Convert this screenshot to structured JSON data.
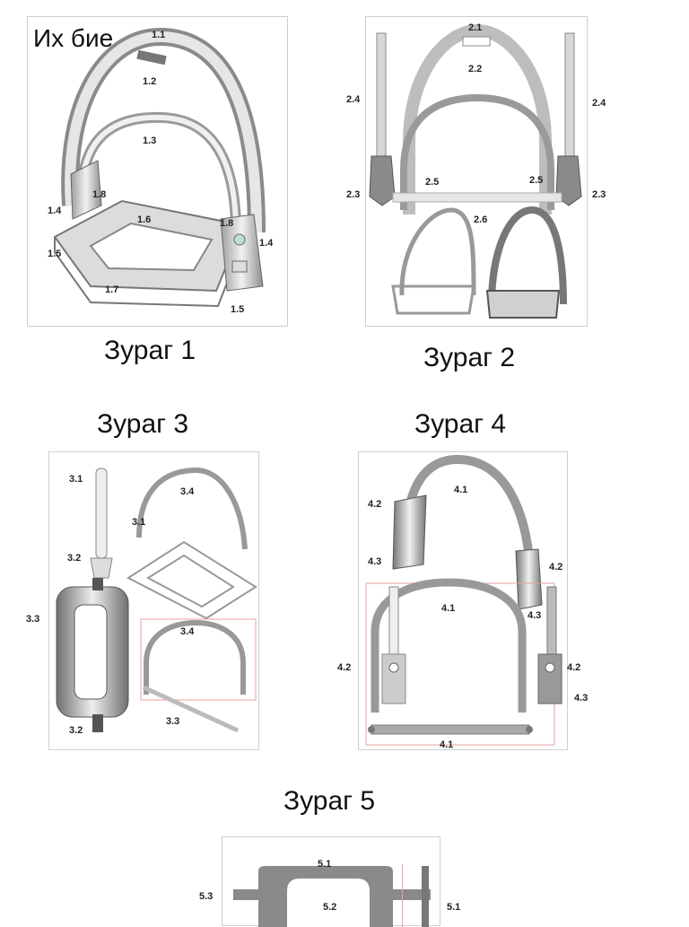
{
  "figures": {
    "main_title": "Их бие",
    "captions": {
      "fig1": "Зураг 1",
      "fig2": "Зураг 2",
      "fig3": "Зураг  3",
      "fig4": "Зураг 4",
      "fig5": "Зураг 5"
    }
  },
  "fig1_labels": [
    "1.1",
    "1.2",
    "1.3",
    "1.8",
    "1.4",
    "1.6",
    "1.8",
    "1.4",
    "1.5",
    "1.7",
    "1.5"
  ],
  "fig2_labels": [
    "2.1",
    "2.2",
    "2.4",
    "2.4",
    "2.3",
    "2.5",
    "2.5",
    "2.3",
    "2.6"
  ],
  "fig3_labels": [
    "3.1",
    "3.4",
    "3.1",
    "3.2",
    "3.3",
    "3.4",
    "3.3",
    "3.2"
  ],
  "fig4_labels": [
    "4.1",
    "4.2",
    "4.3",
    "4.2",
    "4.1",
    "4.3",
    "4.2",
    "4.2",
    "4.3",
    "4.1"
  ],
  "fig5_labels": [
    "5.1",
    "5.3",
    "5.2",
    "5.1"
  ],
  "colors": {
    "metal_light": "#d9d9d9",
    "metal_mid": "#a9a9a9",
    "metal_dark": "#7a7a7a",
    "guide_red": "#e8a0a0"
  }
}
